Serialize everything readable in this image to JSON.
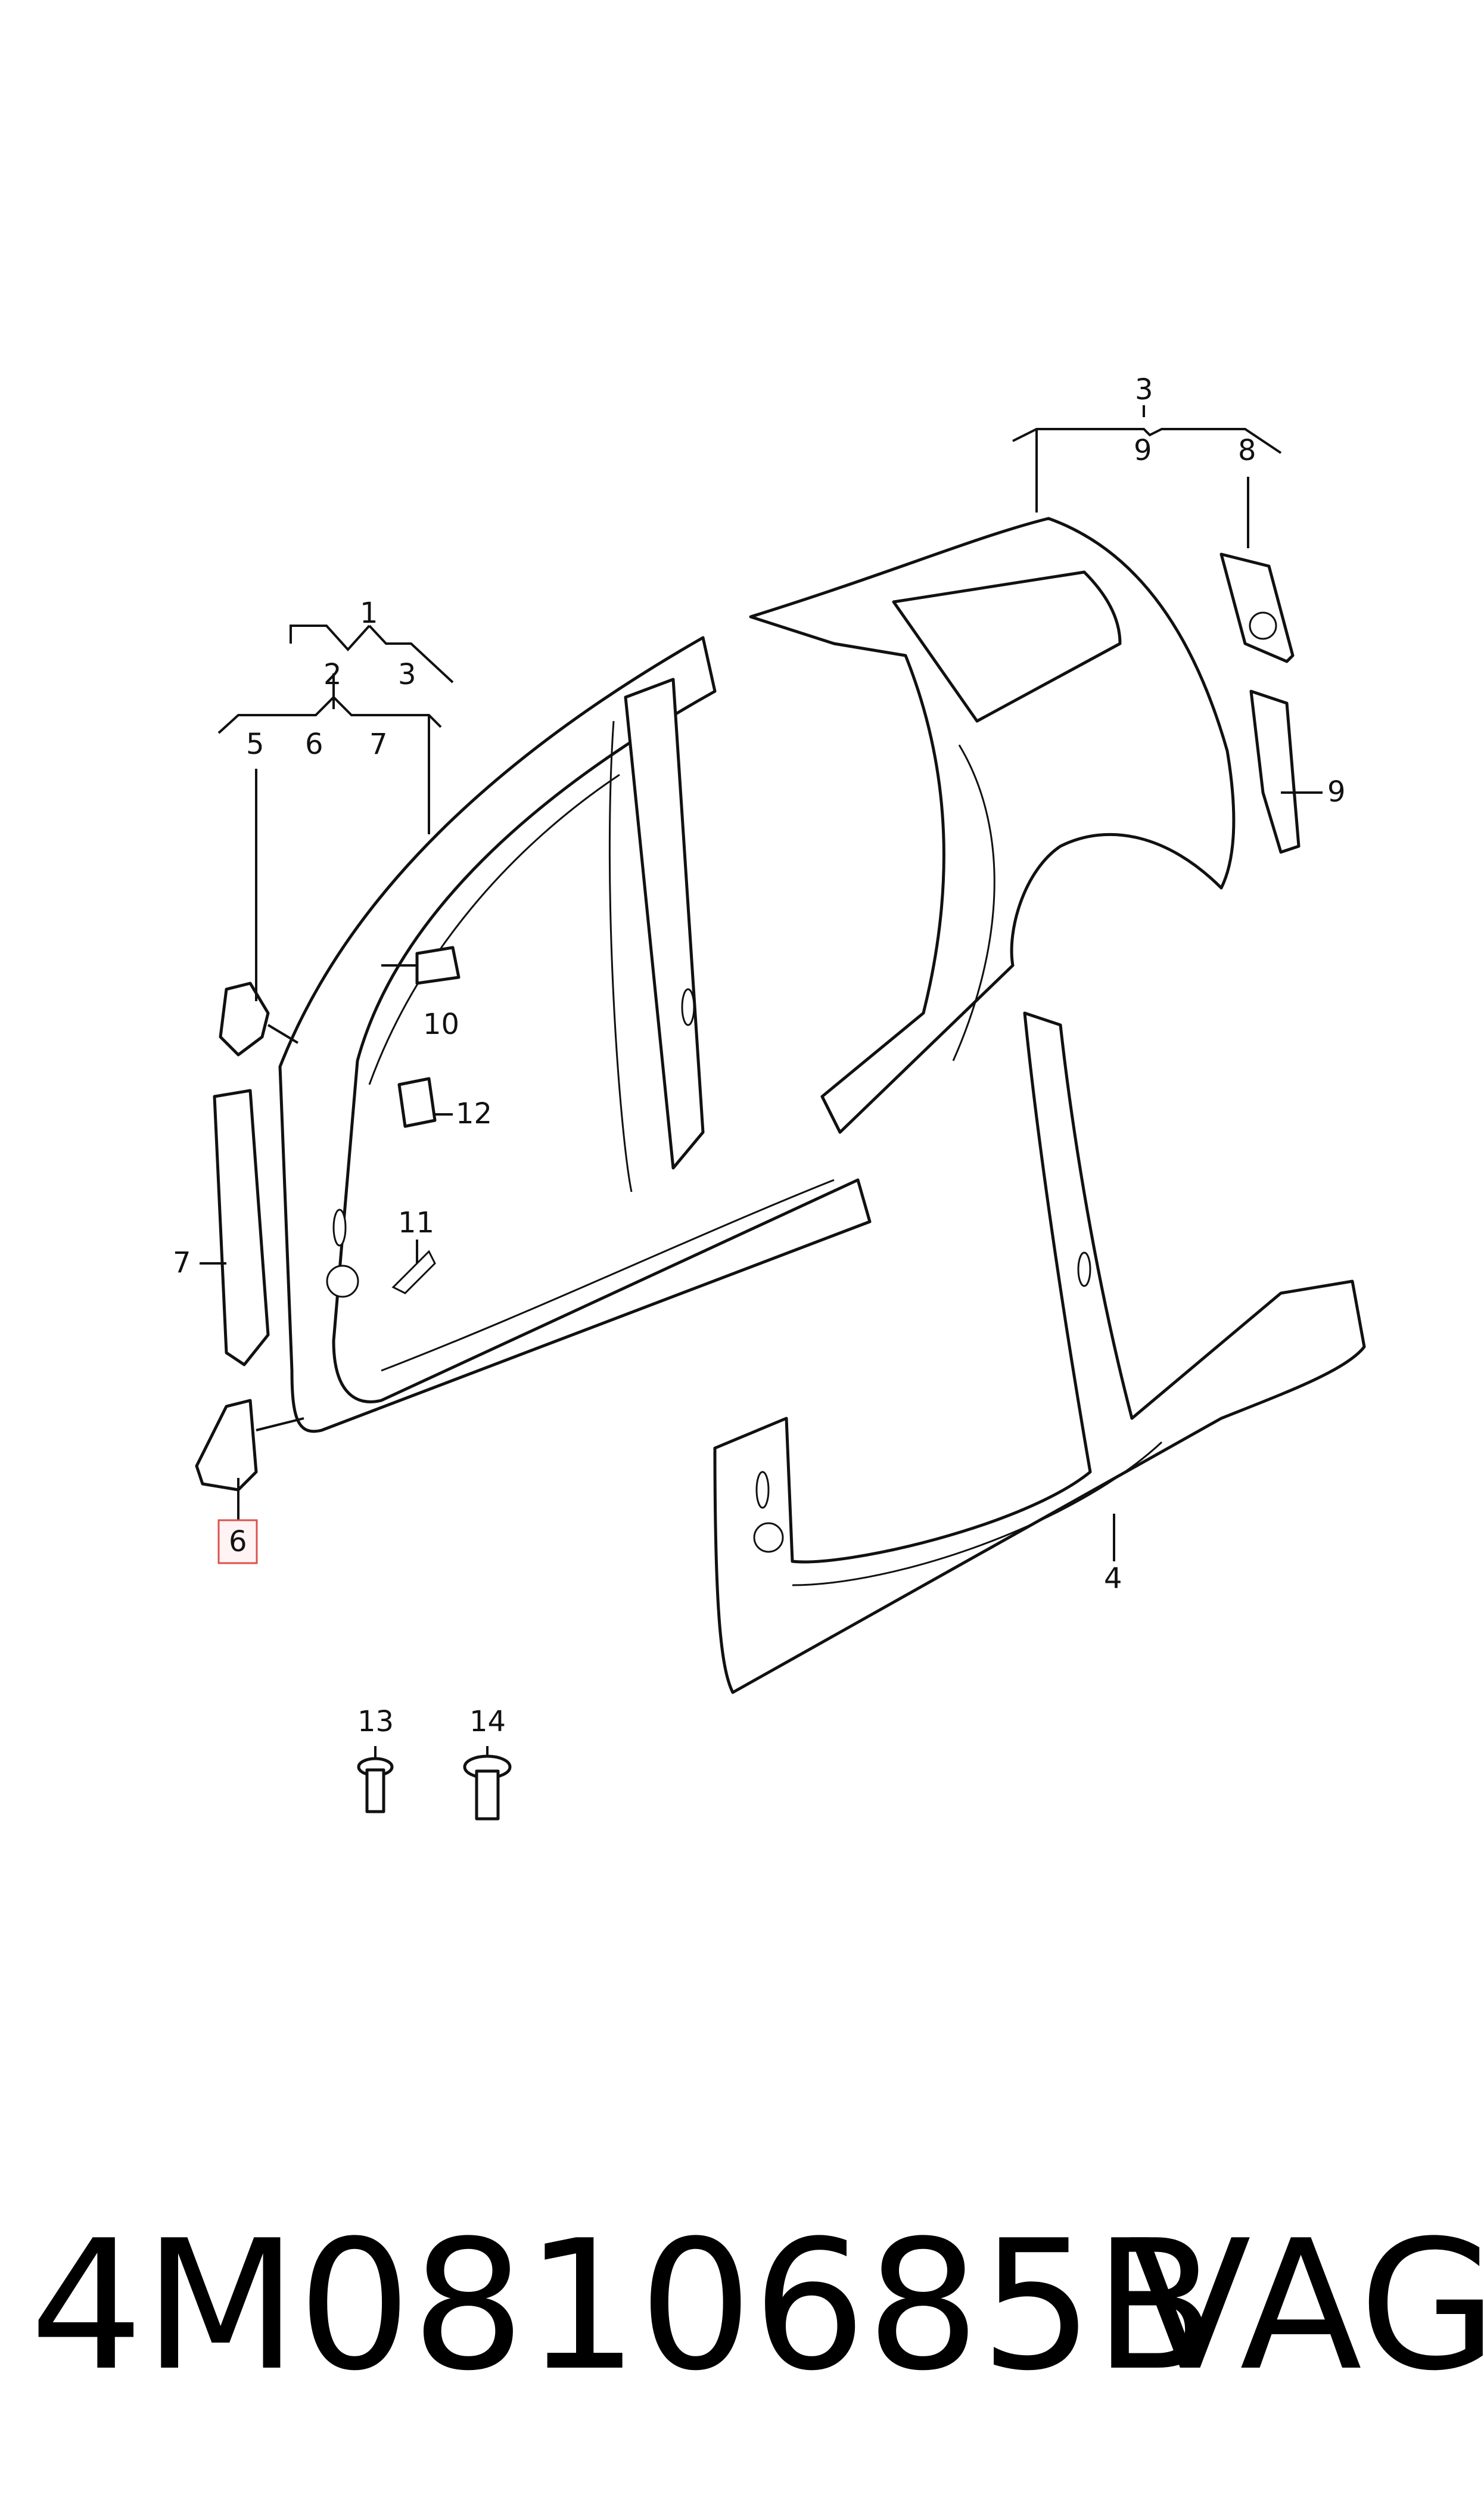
{
  "callouts": {
    "c1": "1",
    "c2": "2",
    "c3a": "3",
    "c5": "5",
    "c6a": "6",
    "c7a": "7",
    "c3b": "3",
    "c9a": "9",
    "c8": "8",
    "c9b": "9",
    "c10": "10",
    "c12": "12",
    "c11": "11",
    "c7b": "7",
    "c6b": "6",
    "c4": "4",
    "c13": "13",
    "c14": "14"
  },
  "highlighted_callout": "6",
  "colors": {
    "highlight_border": "#d9534f",
    "highlight_fill": "#fff3f3",
    "line": "#111111"
  },
  "footer": {
    "part_number": "4M0810685B",
    "brand": "VAG"
  }
}
